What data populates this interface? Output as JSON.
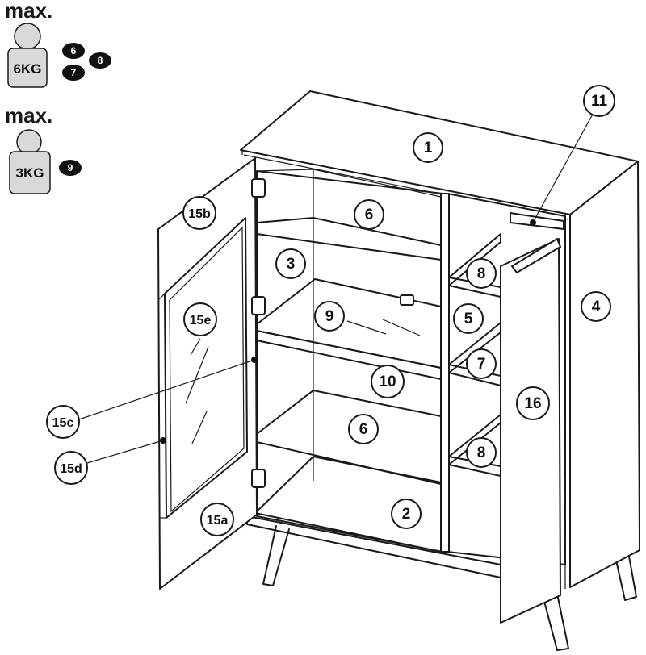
{
  "load_limits": [
    {
      "max_label": "max.",
      "weight": "6KG",
      "badges": [
        "6",
        "8",
        "7"
      ]
    },
    {
      "max_label": "max.",
      "weight": "3KG",
      "badges": [
        "9"
      ]
    }
  ],
  "parts": [
    {
      "id": "part-1",
      "label": "1"
    },
    {
      "id": "part-2",
      "label": "2"
    },
    {
      "id": "part-3",
      "label": "3"
    },
    {
      "id": "part-4",
      "label": "4"
    },
    {
      "id": "part-5",
      "label": "5"
    },
    {
      "id": "part-6-upper",
      "label": "6"
    },
    {
      "id": "part-6-lower",
      "label": "6"
    },
    {
      "id": "part-7",
      "label": "7"
    },
    {
      "id": "part-8-upper",
      "label": "8"
    },
    {
      "id": "part-8-lower",
      "label": "8"
    },
    {
      "id": "part-9",
      "label": "9"
    },
    {
      "id": "part-10",
      "label": "10"
    },
    {
      "id": "part-11",
      "label": "11"
    },
    {
      "id": "part-15a",
      "label": "15a"
    },
    {
      "id": "part-15b",
      "label": "15b"
    },
    {
      "id": "part-15c",
      "label": "15c"
    },
    {
      "id": "part-15d",
      "label": "15d"
    },
    {
      "id": "part-15e",
      "label": "15e"
    },
    {
      "id": "part-16",
      "label": "16"
    }
  ],
  "colors": {
    "line": "#1a1a1a",
    "weight_fill": "#d9d9d9",
    "badge_fill": "#111111",
    "background": "#ffffff"
  }
}
